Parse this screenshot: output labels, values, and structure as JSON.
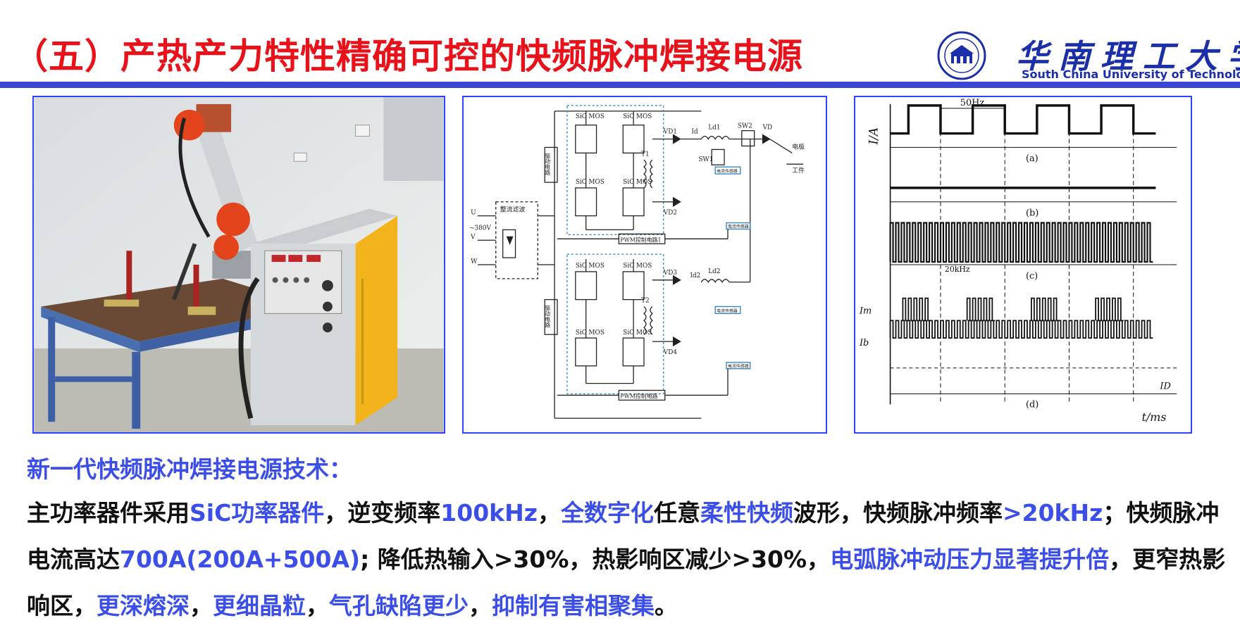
{
  "slide": {
    "title": "（五）产热产力特性精确可控的快频脉冲焊接电源",
    "heading": "新一代快频脉冲焊接电源技术：",
    "body": [
      {
        "t": "主功率器件采用",
        "hl": false
      },
      {
        "t": "SiC功率器件",
        "hl": true
      },
      {
        "t": "，逆变频率",
        "hl": false
      },
      {
        "t": "100kHz",
        "hl": true
      },
      {
        "t": "，",
        "hl": false
      },
      {
        "t": "全数字化",
        "hl": true
      },
      {
        "t": "任意",
        "hl": false
      },
      {
        "t": "柔性快频",
        "hl": true
      },
      {
        "t": "波形，快频脉冲频率",
        "hl": false
      },
      {
        "t": ">20kHz",
        "hl": true
      },
      {
        "t": "；快频脉冲电流高达",
        "hl": false
      },
      {
        "t": "700A(200A+500A)",
        "hl": true
      },
      {
        "t": "; 降低热输入>30%，热影响区减少>30%，",
        "hl": false
      },
      {
        "t": "电弧脉冲动压力显著提升倍",
        "hl": true
      },
      {
        "t": "，更窄热影响区，",
        "hl": false
      },
      {
        "t": "更深熔深",
        "hl": true
      },
      {
        "t": "，",
        "hl": false
      },
      {
        "t": "更细晶粒",
        "hl": true
      },
      {
        "t": "，",
        "hl": false
      },
      {
        "t": "气孔缺陷更少",
        "hl": true
      },
      {
        "t": "，",
        "hl": false
      },
      {
        "t": "抑制有害相聚集",
        "hl": true
      },
      {
        "t": "。",
        "hl": false
      }
    ]
  },
  "logo": {
    "cn_name": "华南理工大学",
    "en_name": "South China University of Technology"
  },
  "circuit": {
    "switch_label": "SiC MOS",
    "rectifier_label": "整流滤波",
    "drive_label": "驱动电路",
    "pwm_label_top": "PWM控制电路1",
    "pwm_label_bottom": "PWM控制电路",
    "sensor_label": "电流传感器",
    "voltage_label": "~380V",
    "phase_u": "U",
    "phase_v": "V",
    "phase_w": "W",
    "transformer_top": "T1",
    "transformer_bottom": "T2",
    "diode_vd1": "VD1",
    "diode_vd2": "VD2",
    "diode_vd3": "VD3",
    "diode_vd4": "VD4",
    "inductor_top": "Ld1",
    "inductor_bottom": "Ld2",
    "current_top": "Id",
    "current_bottom": "Id2",
    "sw1": "SW1",
    "sw2": "SW2",
    "vd": "VD",
    "electrode": "电极",
    "workpiece": "工件"
  },
  "waves": {
    "freq_top": "50Hz",
    "freq_mid": "20kHz",
    "y_label": "I/A",
    "x_label": "t/ms",
    "panel_a": "(a)",
    "panel_b": "(b)",
    "panel_c": "(c)",
    "panel_d": "(d)",
    "im_label": "Im",
    "ib_label": "Ib",
    "id_label": "ID"
  },
  "colors": {
    "title_red": "#e8121b",
    "accent_blue": "#3b4fe8",
    "rule_blue": "#3a46d6",
    "panel_border": "#2c44ff"
  }
}
